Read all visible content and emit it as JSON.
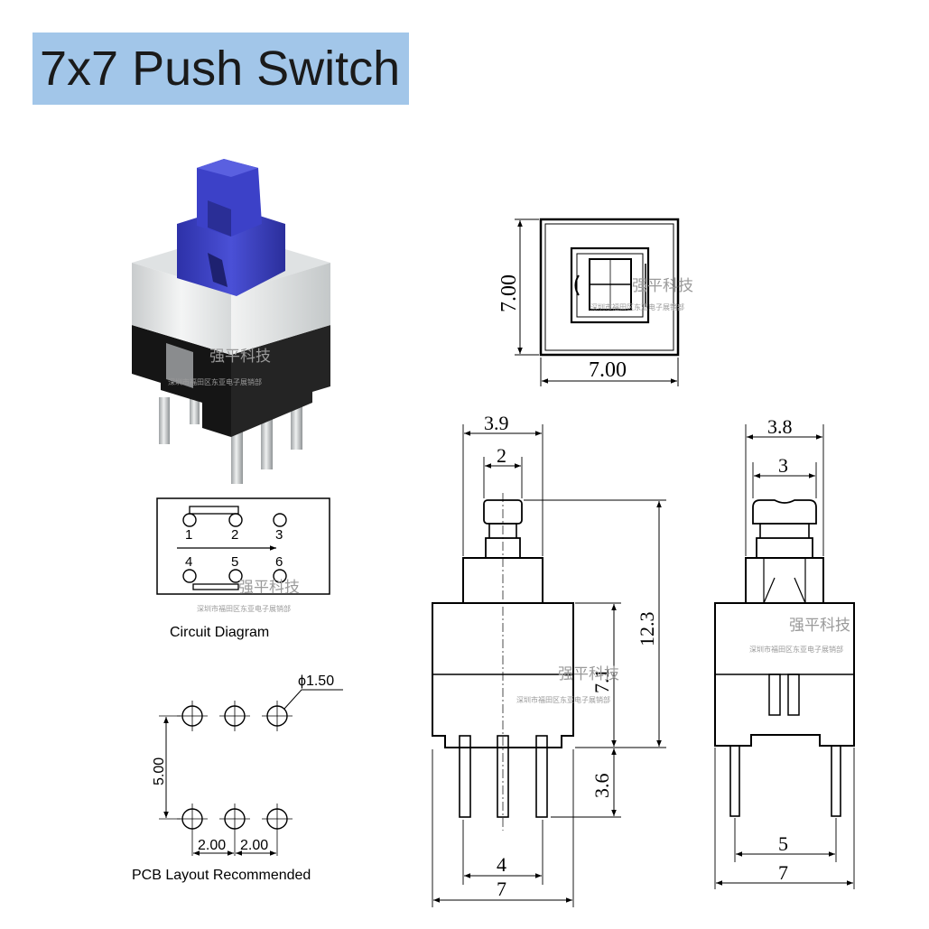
{
  "title": "7x7 Push Switch",
  "colors": {
    "title_bg": "#a2c6e9",
    "button_blue": "#3b3fc4",
    "housing_white": "#e8eaea",
    "base_black": "#1b1b1b",
    "watermark": "#9a9a9a"
  },
  "watermark": {
    "name": "强平科技",
    "tagline": "深圳市福田区东亚电子展销部"
  },
  "top_view": {
    "height_label": "7.00",
    "width_label": "7.00"
  },
  "circuit": {
    "caption": "Circuit Diagram",
    "pins": [
      "1",
      "2",
      "3",
      "4",
      "5",
      "6"
    ]
  },
  "pcb": {
    "caption": "PCB Layout Recommended",
    "hole_label": "ϕ1.50",
    "row_spacing": "5.00",
    "pitch_1": "2.00",
    "pitch_2": "2.00"
  },
  "front_view": {
    "cap_width": "3.9",
    "stem_width": "2",
    "total_height": "12.3",
    "body_height": "7.1",
    "pin_length": "3.6",
    "pin_span": "4",
    "body_width": "7"
  },
  "side_view": {
    "cap_width": "3.8",
    "stem_width": "3",
    "pin_span": "5",
    "body_width": "7"
  }
}
